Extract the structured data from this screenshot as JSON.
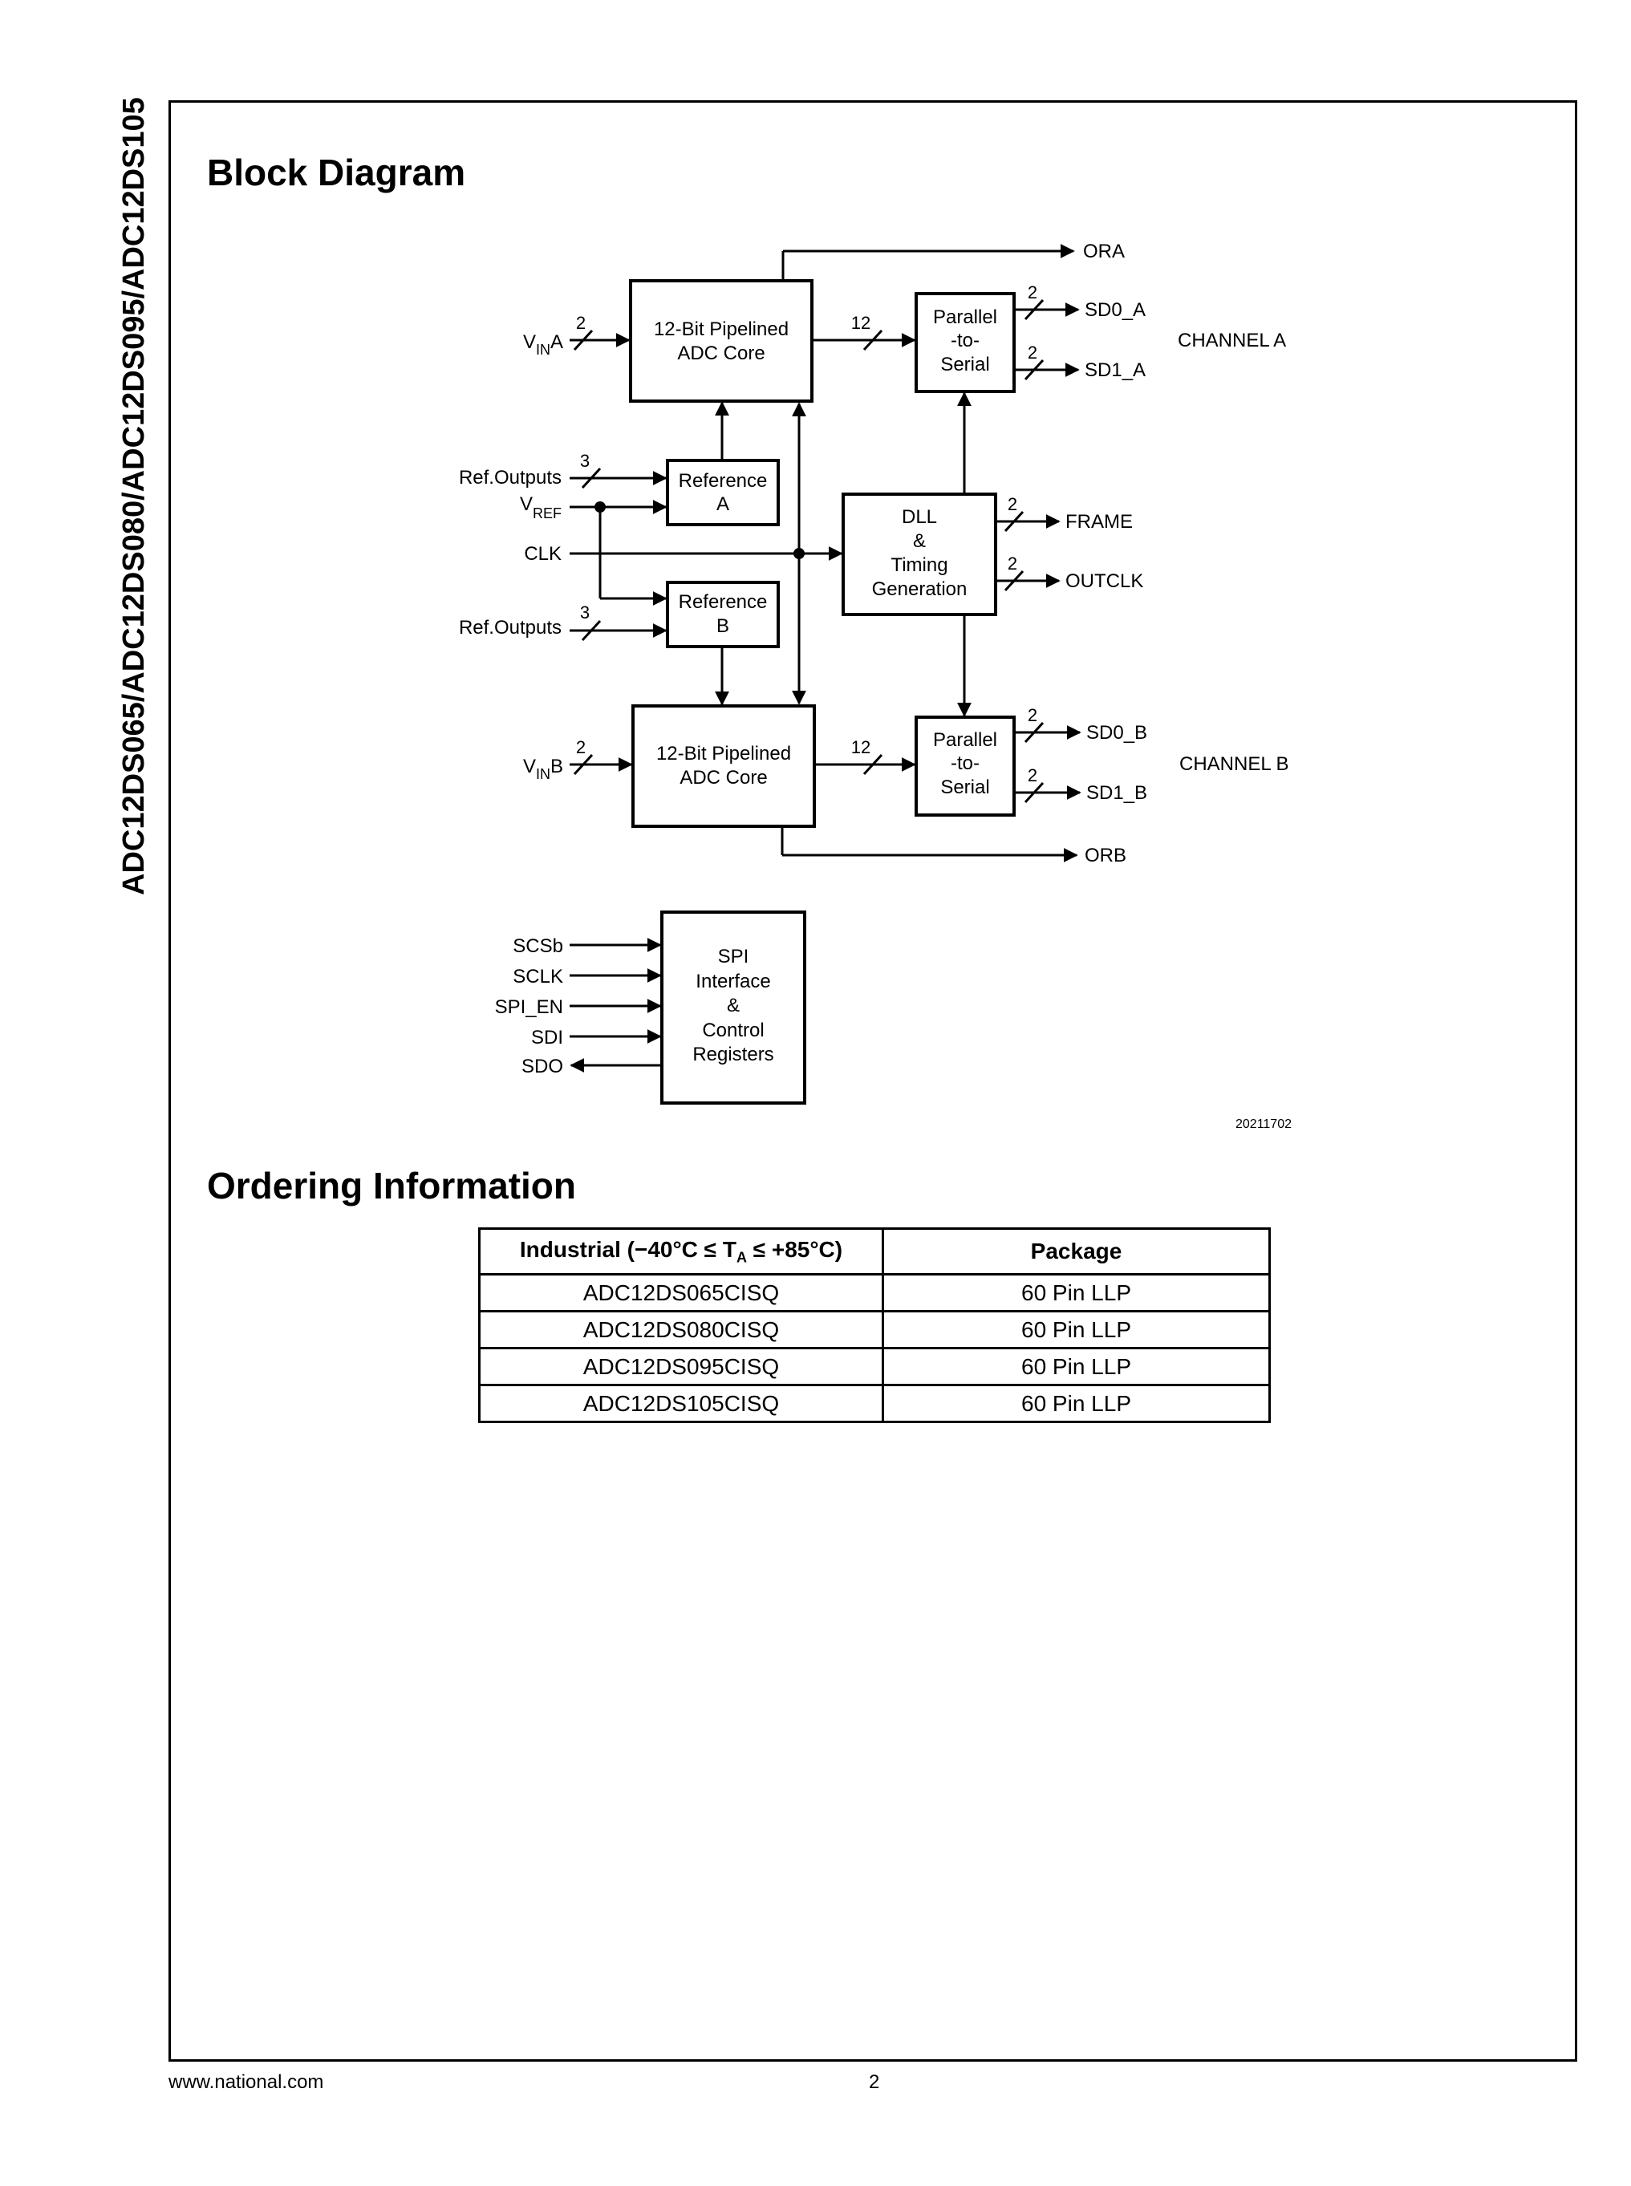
{
  "side_title": "ADC12DS065/ADC12DS080/ADC12DS095/ADC12DS105",
  "block_diagram": {
    "title": "Block Diagram",
    "blocks": {
      "adc_a": [
        "12-Bit Pipelined",
        "ADC Core"
      ],
      "adc_b": [
        "12-Bit Pipelined",
        "ADC Core"
      ],
      "ref_a": [
        "Reference",
        "A"
      ],
      "ref_b": [
        "Reference",
        "B"
      ],
      "ps_a": [
        "Parallel",
        "-to-",
        "Serial"
      ],
      "ps_b": [
        "Parallel",
        "-to-",
        "Serial"
      ],
      "dll": [
        "DLL",
        "&",
        "Timing",
        "Generation"
      ],
      "spi": [
        "SPI",
        "Interface",
        "&",
        "Control",
        "Registers"
      ]
    },
    "signals": {
      "vin_a": "V",
      "vin_a_sub": "IN",
      "vin_a_suffix": "A",
      "vin_b": "V",
      "vin_b_sub": "IN",
      "vin_b_suffix": "B",
      "vref": "V",
      "vref_sub": "REF",
      "ref_outputs_a": "Ref.Outputs",
      "ref_outputs_b": "Ref.Outputs",
      "clk": "CLK",
      "ora": "ORA",
      "orb": "ORB",
      "sd0_a": "SD0_A",
      "sd1_a": "SD1_A",
      "sd0_b": "SD0_B",
      "sd1_b": "SD1_B",
      "frame": "FRAME",
      "outclk": "OUTCLK",
      "channel_a": "CHANNEL A",
      "channel_b": "CHANNEL B",
      "scsb": "SCSb",
      "sclk": "SCLK",
      "spi_en": "SPI_EN",
      "sdi": "SDI",
      "sdo": "SDO"
    },
    "bus_widths": {
      "vin_a": "2",
      "vin_b": "2",
      "adc_a_out": "12",
      "adc_b_out": "12",
      "ref_a": "3",
      "ref_b": "3",
      "sd0_a": "2",
      "sd1_a": "2",
      "sd0_b": "2",
      "sd1_b": "2",
      "frame": "2",
      "outclk": "2"
    },
    "figure_id": "20211702"
  },
  "ordering": {
    "title": "Ordering Information",
    "header_left": "Industrial (−40°C ≤ T",
    "header_left_sub": "A",
    "header_left_tail": " ≤ +85°C)",
    "header_right": "Package",
    "rows": [
      {
        "part": "ADC12DS065CISQ",
        "package": "60 Pin LLP"
      },
      {
        "part": "ADC12DS080CISQ",
        "package": "60 Pin LLP"
      },
      {
        "part": "ADC12DS095CISQ",
        "package": "60 Pin LLP"
      },
      {
        "part": "ADC12DS105CISQ",
        "package": "60 Pin LLP"
      }
    ]
  },
  "footer": {
    "website": "www.national.com",
    "page_number": "2"
  }
}
